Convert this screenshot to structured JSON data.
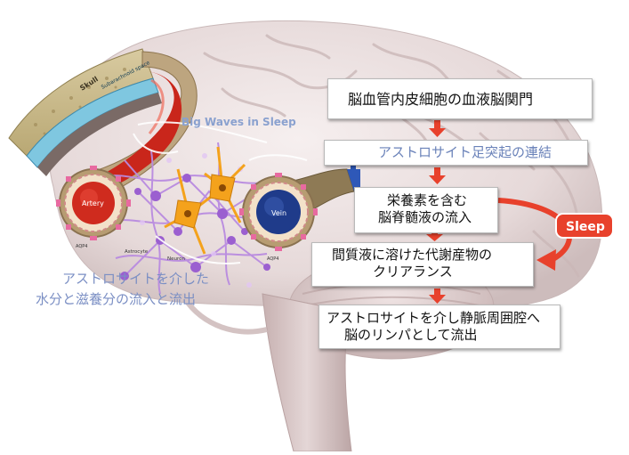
{
  "labels": {
    "skull": "Skull",
    "subarachnoid": "Subarachnoid space",
    "big_waves": "Big Waves in Sleep",
    "artery": "Artery",
    "vein": "Vein",
    "aqp4_left": "AQP4",
    "aqp4_right": "AQP4",
    "astrocyte": "Astrocyte",
    "neuron": "Neuron",
    "sleep": "Sleep"
  },
  "caption": {
    "line1": "アストロサイトを介した",
    "line2": "水分と滋養分の流入と流出"
  },
  "flow": {
    "step1": "脳血管内皮細胞の血液脳関門",
    "step2": "アストロサイト足突起の連結",
    "step3_line1": "栄養素を含む",
    "step3_line2": "脳脊髄液の流入",
    "step4_line1": "間質液に溶けた代謝産物の",
    "step4_line2": "クリアランス",
    "step5_line1": "アストロサイトを介し静脈周囲腔へ",
    "step5_line2": "脳のリンパとして流出"
  },
  "colors": {
    "arrow_red": "#e8412c",
    "brain": "#e9dede",
    "artery_red": "#d42b1e",
    "vein_blue": "#1f3b8a",
    "astrocyte_purple": "#b98be0",
    "neuron_orange": "#f4a21c",
    "step2_text": "#6a82b9",
    "caption_text": "#7b8fc4"
  }
}
